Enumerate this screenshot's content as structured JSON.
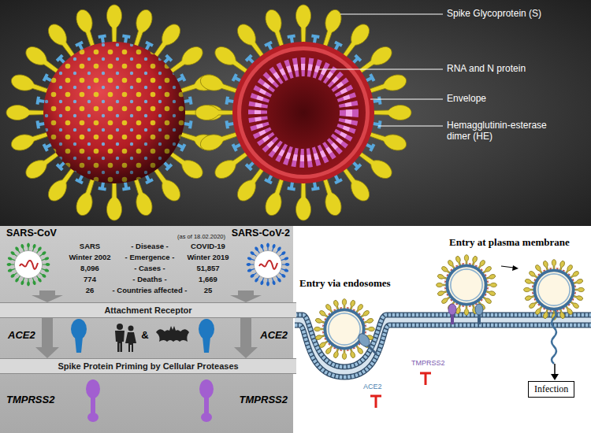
{
  "diagram": {
    "nodes": [
      {
        "text": [
          "Attachment Receptor"
        ]
      },
      {
        "text": [
          "Spike Protein Priming by Cellular Proteases"
        ]
      },
      {
        "text": [
          "Infection"
        ]
      }
    ],
    "edges": [
      {
        "from": 0,
        "to": 1,
        "arrow": "to"
      },
      {
        "from": 0,
        "to": 1,
        "arrow": "to"
      }
    ],
    "labels": [
      "Spike Glycoprotein (S)",
      "RNA and N protein",
      "Envelope",
      "Hemagglutinin-esterase dimer (HE)",
      "SARS-CoV",
      "(as of 18.02.2020)",
      "SARS-CoV-2",
      "SARS",
      "- Disease -",
      "COVID-19",
      "Winter 2002",
      "- Emergence -",
      "Winter 2019",
      "8,096",
      "- Cases -",
      "51,857",
      "774",
      "- Deaths -",
      "1,669",
      "26",
      "- Countries affected -",
      "25",
      "ACE2",
      "&",
      "ACE2",
      "TMPRSS2",
      "TMPRSS2",
      "Entry at plasma membrane",
      "Entry via endosomes",
      "ACE2",
      "TMPRSS2"
    ]
  }
}
